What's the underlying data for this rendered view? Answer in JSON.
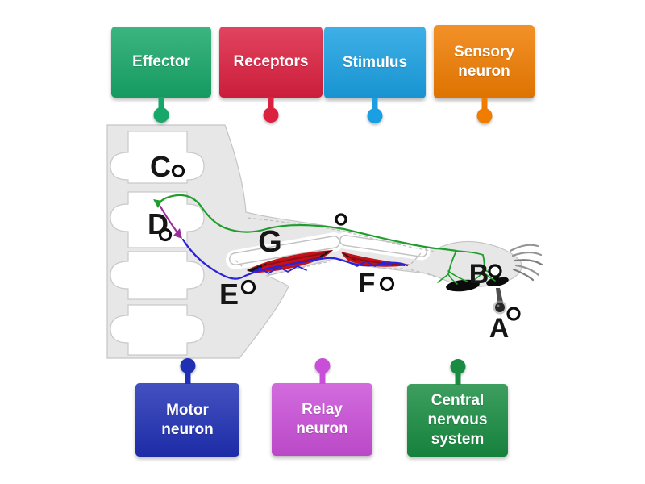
{
  "cards": {
    "top": [
      {
        "label": "Effector",
        "color": "#17a768"
      },
      {
        "label": "Receptors",
        "color": "#dc2040"
      },
      {
        "label": "Stimulus",
        "color": "#1aa0e2"
      },
      {
        "label": "Sensory neuron",
        "color": "#f07c00"
      }
    ],
    "bottom": [
      {
        "label": "Motor neuron",
        "color": "#1f30b4"
      },
      {
        "label": "Relay neuron",
        "color": "#ca4fd8"
      },
      {
        "label": "Central nervous system",
        "color": "#188c41"
      }
    ]
  },
  "diagram": {
    "points": {
      "a": {
        "letter": "A"
      },
      "b": {
        "letter": "B"
      },
      "c": {
        "letter": "C"
      },
      "d": {
        "letter": "D"
      },
      "e": {
        "letter": "E"
      },
      "f": {
        "letter": "F"
      },
      "g": {
        "letter": "G"
      }
    },
    "colors": {
      "body": "#e7e7e7",
      "sensory_line": "#1f9e2c",
      "relay_line": "#9b2d9b",
      "motor_line": "#2b22dd",
      "muscle": "#c41218"
    }
  }
}
